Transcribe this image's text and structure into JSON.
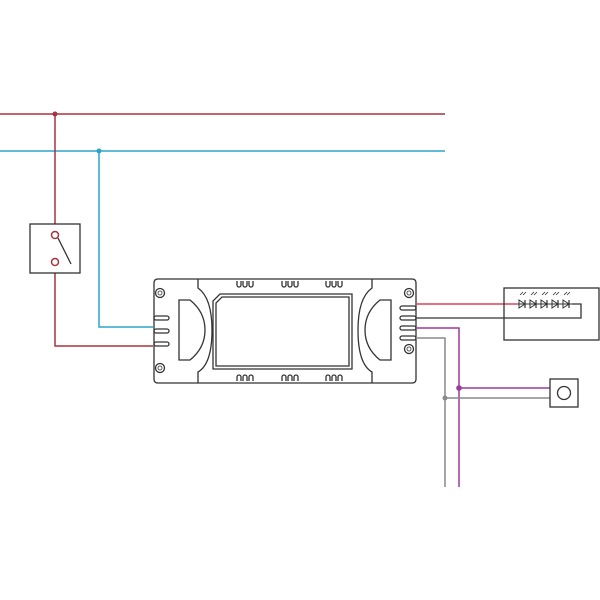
{
  "diagram": {
    "type": "wiring-diagram",
    "components": [
      {
        "id": "switch",
        "icon": "switch-icon"
      },
      {
        "id": "driver",
        "icon": "led-driver-icon"
      },
      {
        "id": "led-strip",
        "icon": "led-array-icon",
        "led_count": 5
      },
      {
        "id": "push-button",
        "icon": "push-button-icon"
      }
    ],
    "colors": {
      "live": "#a8323f",
      "neutral": "#2ba6c9",
      "led_positive": "#e0405a",
      "led_negative": "#333333",
      "dim_control": "#9b3a9b",
      "dim_common": "#8a8a8a",
      "outline": "#333333"
    }
  }
}
